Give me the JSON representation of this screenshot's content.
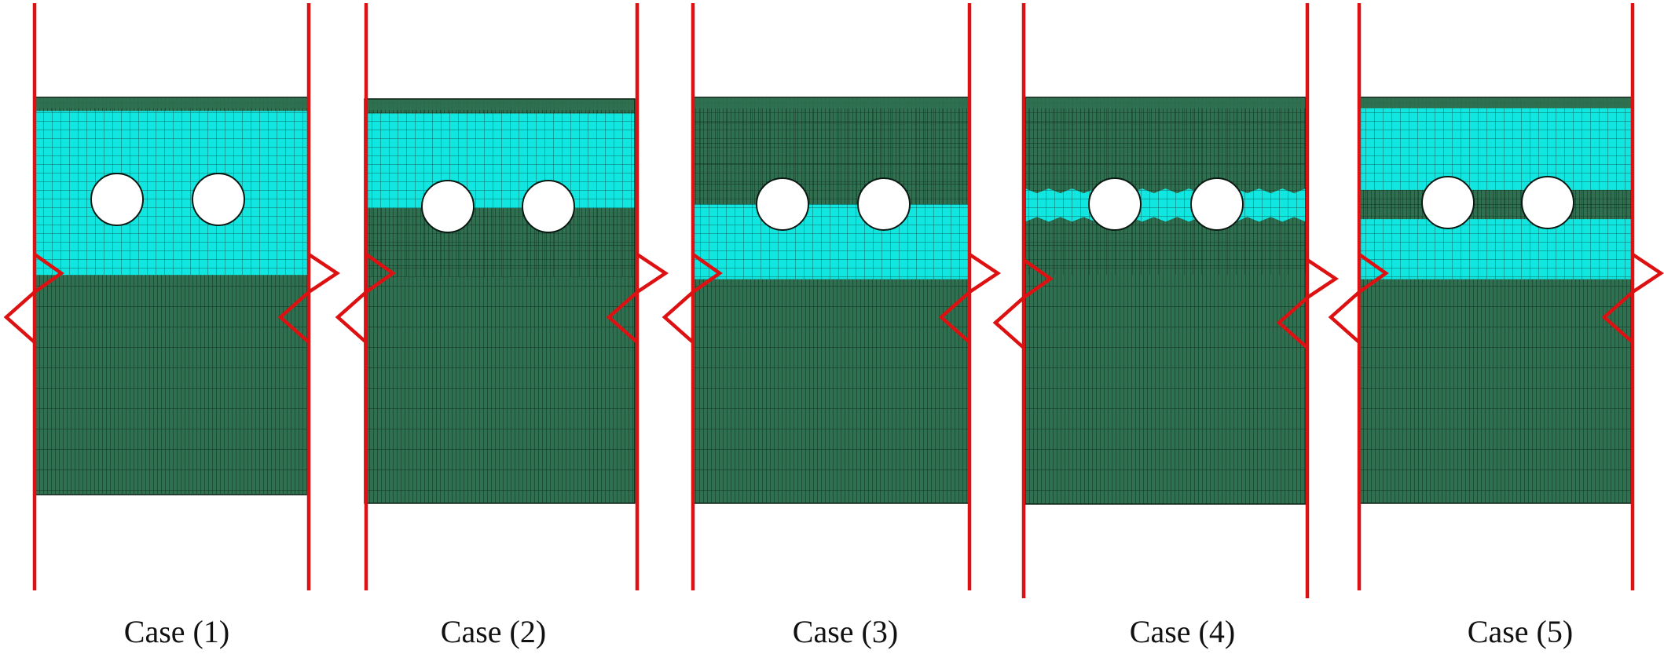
{
  "figure": {
    "cases": [
      {
        "label": "Case (1)",
        "cyan_bands": [
          [
            0.034,
            0.447
          ]
        ],
        "holes": true
      },
      {
        "label": "Case (2)",
        "cyan_bands": [
          [
            0.036,
            0.27
          ]
        ],
        "holes": true
      },
      {
        "label": "Case (3)",
        "cyan_bands": [
          [
            0.264,
            0.448
          ]
        ],
        "holes": true
      },
      {
        "label": "Case (4)",
        "cyan_bands": [
          [
            0.228,
            0.3
          ]
        ],
        "holes": true,
        "band_irregular": true
      },
      {
        "label": "Case (5)",
        "cyan_bands": [
          [
            0.026,
            0.228
          ],
          [
            0.3,
            0.448
          ]
        ],
        "holes": true,
        "band_irregular": true
      }
    ],
    "colors": {
      "mesh_dark": "#2f7050",
      "mesh_light": "#12e6e0",
      "mesh_line": "#0c2218",
      "boundary": "#dd1111",
      "hole": "#ffffff"
    }
  }
}
